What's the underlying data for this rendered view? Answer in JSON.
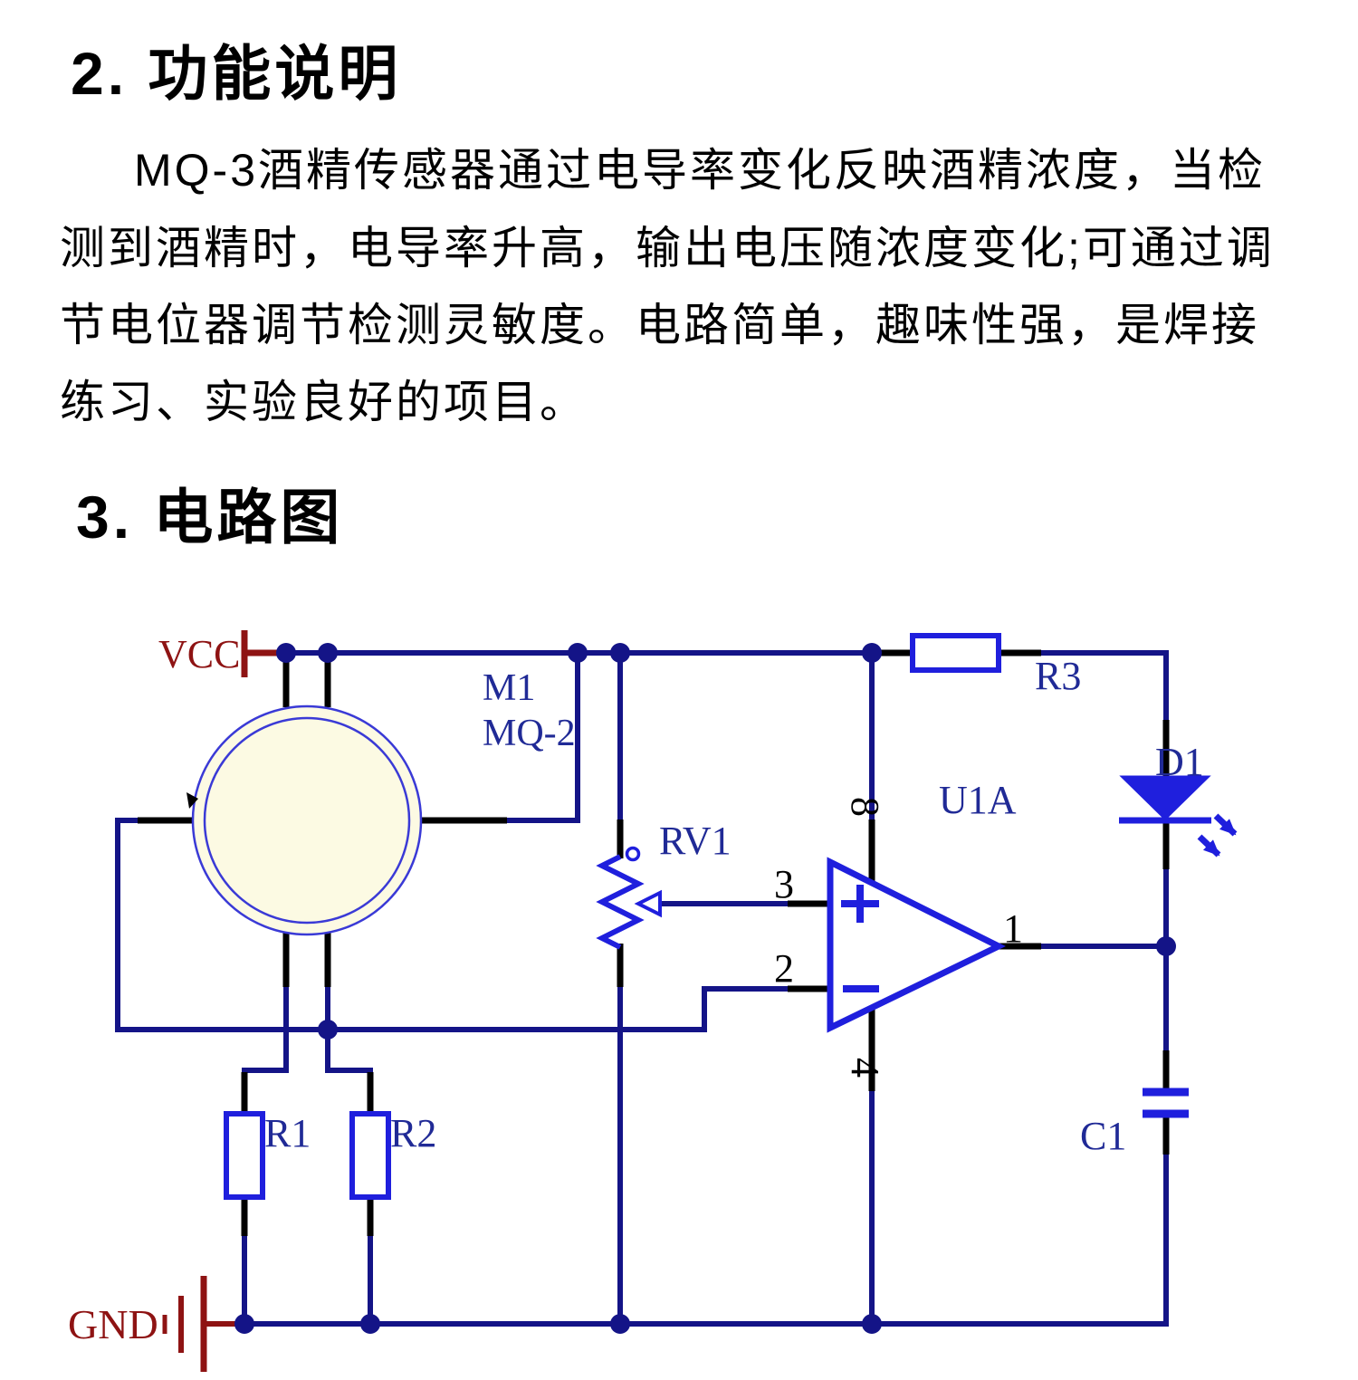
{
  "doc": {
    "heading2": "2. 功能说明",
    "para_lines": [
      "MQ-3酒精传感器通过电导率变化反映酒精浓度，当检",
      "测到酒精时，电导率升高，输出电压随浓度变化;可通过调",
      "节电位器调节检测灵敏度。电路简单，趣味性强，是焊接",
      "练习、实验良好的项目。"
    ],
    "heading3": "3. 电路图"
  },
  "circuit": {
    "labels": {
      "vcc": "VCC",
      "gnd": "GND",
      "sensor_ref": "M1",
      "sensor_value": "MQ-2",
      "pot": "RV1",
      "r3": "R3",
      "led": "D1",
      "opamp": "U1A",
      "cap": "C1",
      "r1": "R1",
      "r2": "R2"
    },
    "pins": {
      "output": "1",
      "inverting": "2",
      "noninverting": "3",
      "v_neg": "4",
      "v_pos": "8"
    },
    "colors": {
      "wire": "#141487",
      "component": "#1f1fdd",
      "label": "#202a96",
      "power": "#8e1313",
      "sensor_fill": "#fcfae3",
      "pin_text": "#000000"
    }
  }
}
